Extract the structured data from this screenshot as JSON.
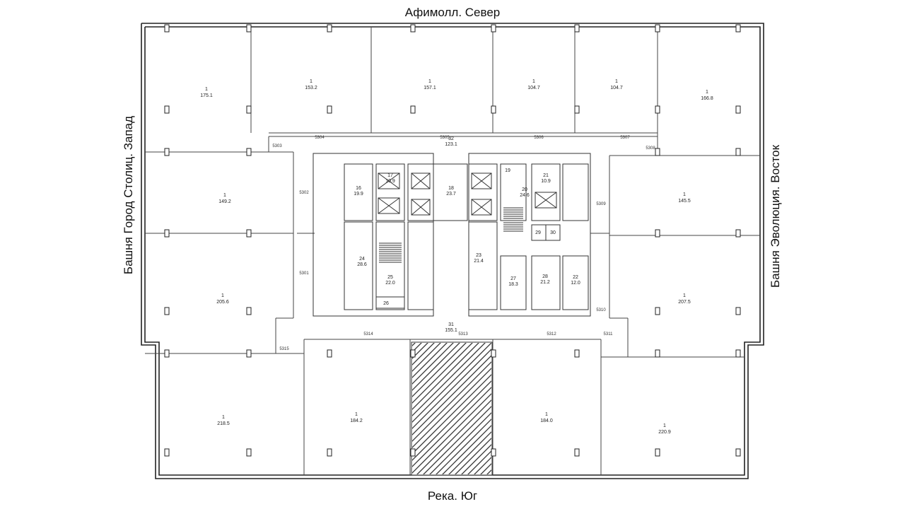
{
  "orientation": {
    "north": "Афимолл. Север",
    "south": "Река. Юг",
    "west": "Башня Город Столиц. Запад",
    "east": "Башня Эволюция. Восток"
  },
  "offices": [
    {
      "id": "nw1",
      "num": "1",
      "area": "175.1"
    },
    {
      "id": "n2",
      "num": "1",
      "area": "153.2"
    },
    {
      "id": "n3",
      "num": "1",
      "area": "157.1"
    },
    {
      "id": "n4",
      "num": "1",
      "area": "104.7"
    },
    {
      "id": "n5",
      "num": "1",
      "area": "104.7"
    },
    {
      "id": "ne6",
      "num": "1",
      "area": "166.8"
    },
    {
      "id": "w7",
      "num": "1",
      "area": "149.2"
    },
    {
      "id": "w8",
      "num": "1",
      "area": "205.6"
    },
    {
      "id": "e9",
      "num": "1",
      "area": "145.5"
    },
    {
      "id": "e10",
      "num": "1",
      "area": "207.5"
    },
    {
      "id": "sw11",
      "num": "1",
      "area": "218.5"
    },
    {
      "id": "s12",
      "num": "1",
      "area": "184.2"
    },
    {
      "id": "s13",
      "num": "1",
      "area": "184.0"
    },
    {
      "id": "se14",
      "num": "1",
      "area": "220.9"
    }
  ],
  "core_rooms": [
    {
      "id": "r16",
      "num": "16",
      "area": "19.9"
    },
    {
      "id": "r17",
      "num": "17",
      "area": "10.9"
    },
    {
      "id": "r18",
      "num": "18",
      "area": "23.7"
    },
    {
      "id": "r19",
      "num": "19",
      "area": ""
    },
    {
      "id": "r20",
      "num": "20",
      "area": "24.6"
    },
    {
      "id": "r21",
      "num": "21",
      "area": "10.9"
    },
    {
      "id": "r22",
      "num": "22",
      "area": "12.0"
    },
    {
      "id": "r23",
      "num": "23",
      "area": "21.4"
    },
    {
      "id": "r24",
      "num": "24",
      "area": "28.6"
    },
    {
      "id": "r25",
      "num": "25",
      "area": "22.0"
    },
    {
      "id": "r26",
      "num": "26",
      "area": ""
    },
    {
      "id": "r27",
      "num": "27",
      "area": "18.3"
    },
    {
      "id": "r28",
      "num": "28",
      "area": "21.2"
    },
    {
      "id": "r29",
      "num": "29",
      "area": ""
    },
    {
      "id": "r30",
      "num": "30",
      "area": ""
    }
  ],
  "corridors": [
    {
      "id": "c32",
      "num": "32",
      "area": "123.1"
    },
    {
      "id": "c31",
      "num": "31",
      "area": "155.1"
    }
  ],
  "marks": [
    "5303",
    "5304",
    "5305",
    "5306",
    "5307",
    "5308",
    "5302",
    "5301",
    "5309",
    "5310",
    "5311",
    "5312",
    "5313",
    "5314",
    "5315"
  ]
}
